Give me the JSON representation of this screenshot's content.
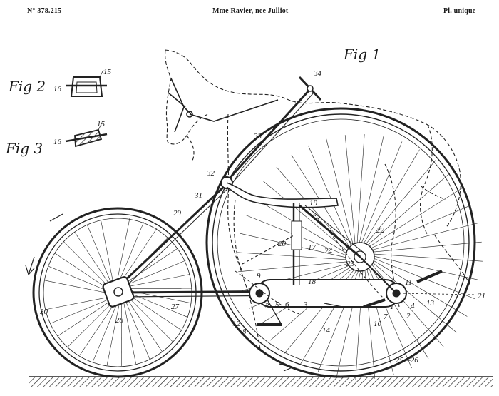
{
  "header": {
    "patent_number": "N° 378.215",
    "inventor": "Mme Ravier, nee Julliot",
    "plate": "Pl. unique"
  },
  "figures": {
    "fig1": "Fig 1",
    "fig2": "Fig 2",
    "fig3": "Fig 3"
  },
  "reference_numerals": [
    "1",
    "2",
    "3",
    "4",
    "5",
    "6",
    "7",
    "8",
    "9",
    "10",
    "11",
    "12",
    "13",
    "14",
    "15",
    "16",
    "17",
    "18",
    "19",
    "20",
    "21",
    "22",
    "24",
    "25",
    "26",
    "27",
    "28",
    "29",
    "30",
    "31",
    "32",
    "33",
    "34"
  ],
  "labels": {
    "n1": "1",
    "n2": "2",
    "n3": "3",
    "n3b": "3",
    "n4": "4",
    "n5": "5",
    "n6": "6",
    "n7": "7",
    "n8": "8",
    "n9": "9",
    "n10": "10",
    "n11": "11",
    "n12": "12",
    "n13": "13",
    "n14": "14",
    "n15a": "15",
    "n15b": "15",
    "n16a": "16",
    "n16b": "16",
    "n17": "17",
    "n18": "18",
    "n19": "19",
    "n20": "20",
    "n21": "21",
    "n22": "22",
    "n24": "24",
    "n25_26": "25—26",
    "n27": "27",
    "n28": "28",
    "n29": "29",
    "n30": "30",
    "n31": "31",
    "n32": "32",
    "n33": "33",
    "n34": "34",
    "n23": "23"
  }
}
